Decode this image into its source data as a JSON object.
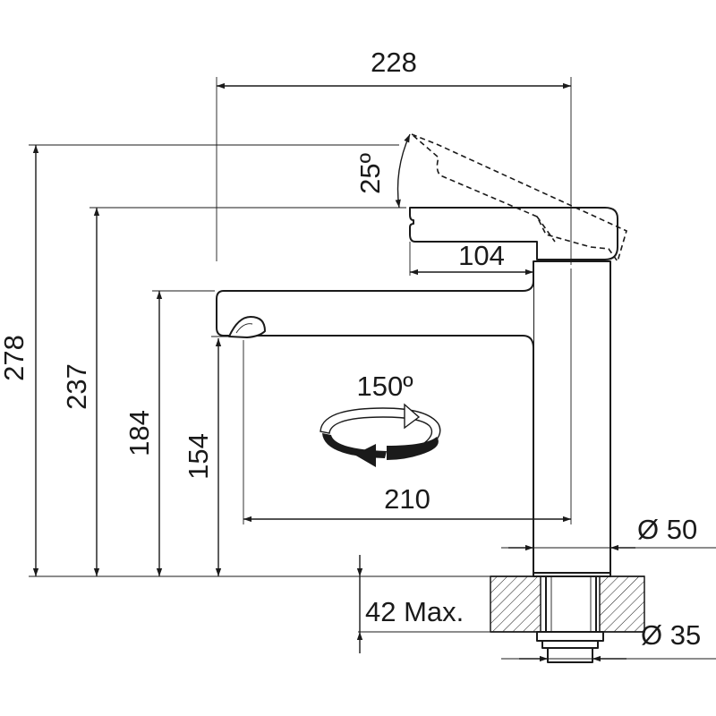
{
  "dimensions": {
    "top_width": "228",
    "tilt_angle": "25º",
    "total_height": "278",
    "lever_height": "237",
    "spout_height": "184",
    "outlet_height": "154",
    "lever_offset": "104",
    "rotation": "150º",
    "spout_reach": "210",
    "base_diameter": "Ø 50",
    "deck_thickness": "42 Max.",
    "hole_diameter": "Ø 35"
  }
}
